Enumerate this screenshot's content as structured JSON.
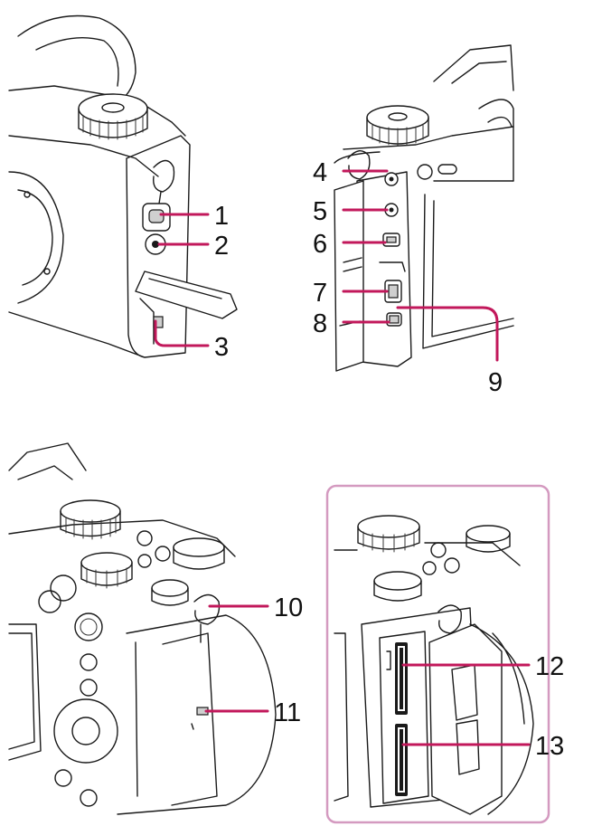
{
  "callouts": {
    "c1": "1",
    "c2": "2",
    "c3": "3",
    "c4": "4",
    "c5": "5",
    "c6": "6",
    "c7": "7",
    "c8": "8",
    "c9": "9",
    "c10": "10",
    "c11": "11",
    "c12": "12",
    "c13": "13"
  },
  "colors": {
    "leader_line": "#c2185b",
    "frame_border": "#d49ac0",
    "line_art": "#1a1a1a",
    "background": "#ffffff"
  }
}
